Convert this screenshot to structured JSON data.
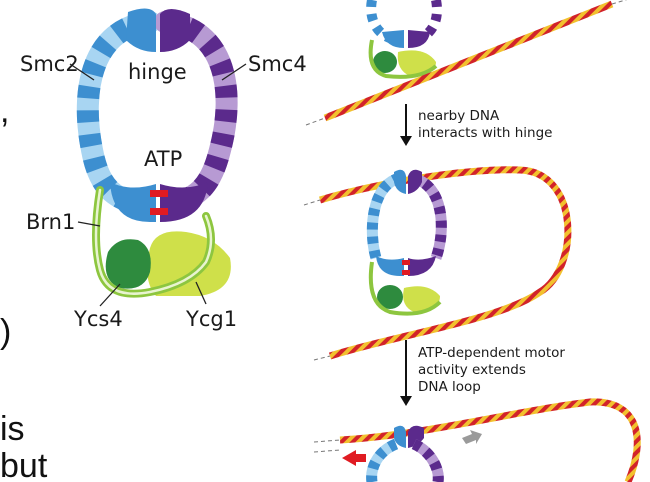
{
  "labels": {
    "smc2": "Smc2",
    "hinge": "hinge",
    "smc4": "Smc4",
    "atp": "ATP",
    "brn1": "Brn1",
    "ycs4": "Ycs4",
    "ycg1": "Ycg1"
  },
  "steps": {
    "step1_line1": "nearby DNA",
    "step1_line2": "interacts with hinge",
    "step2_line1": "ATP-dependent motor",
    "step2_line2": "activity extends",
    "step2_line3": "DNA loop"
  },
  "slide_fragments": {
    "frag1": ",",
    "frag2": ")",
    "frag3": "is",
    "frag4": "but"
  },
  "colors": {
    "smc2_dark": "#3d8fd0",
    "smc2_light": "#a8d5f2",
    "smc4_dark": "#5b2a8c",
    "smc4_light": "#b79ad3",
    "kleisin": "#8dc63f",
    "ycs4": "#2e8b3e",
    "ycg1": "#cfe04a",
    "atp": "#e01b22",
    "dna_red": "#d2232a",
    "dna_yellow": "#f2c12e",
    "arrow_red": "#e01b22",
    "arrow_grey": "#9a9a9a"
  }
}
